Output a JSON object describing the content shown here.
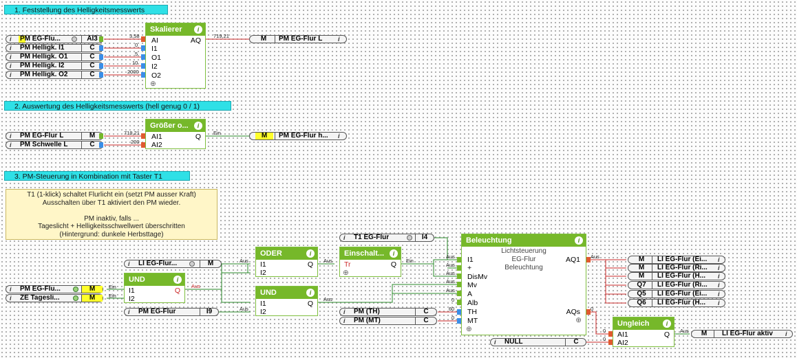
{
  "sections": [
    "1. Feststellung des Helligkeitsmesswerts",
    "2. Auswertung des Helligkeitsmesswerts (hell genug 0 / 1)",
    "3. PM-Steuerung in Kombination mit Taster T1"
  ],
  "note": "T1 (1-klick) schaltet Flurlicht ein (setzt PM ausser Kraft)\nAusschalten über T1 aktiviert den PM wieder.\n\nPM inaktiv, falls ...\nTageslicht + Helligkeitsschwellwert überschritten\n(Hintergrund: dunkele Herbsttage)",
  "tags": {
    "pm_eg_flur_ai": {
      "name": "PM EG-Flu...",
      "type": "AI3"
    },
    "pm_hell_i1": {
      "name": "PM Helligk. I1",
      "type": "C"
    },
    "pm_hell_o1": {
      "name": "PM Helligk. O1",
      "type": "C"
    },
    "pm_hell_i2": {
      "name": "PM Helligk. I2",
      "type": "C"
    },
    "pm_hell_o2": {
      "name": "PM Helligk. O2",
      "type": "C"
    },
    "out_eg_flur_l": {
      "type": "M",
      "name": "PM EG-Flur L"
    },
    "pm_eg_flur_l": {
      "name": "PM EG-Flur L",
      "type": "M"
    },
    "pm_schwelle_l": {
      "name": "PM Schwelle L",
      "type": "C"
    },
    "out_eg_flur_h": {
      "type": "M",
      "name": "PM EG-Flur h..."
    },
    "t1_eg_flur": {
      "name": "T1 EG-Flur",
      "type": "I4"
    },
    "li_eg_flur": {
      "name": "LI EG-Flur...",
      "type": "M"
    },
    "pm_eg_flu2": {
      "name": "PM EG-Flu...",
      "type": "M"
    },
    "ze_tagesli": {
      "name": "ZE Tagesli...",
      "type": "M"
    },
    "pm_eg_flur_i9": {
      "name": "PM EG-Flur",
      "type": "I9"
    },
    "pm_th": {
      "name": "PM (TH)",
      "type": "C"
    },
    "pm_mt": {
      "name": "PM (MT)",
      "type": "C"
    },
    "null": {
      "name": "NULL",
      "type": "C"
    },
    "outs": [
      {
        "type": "M",
        "name": "LI EG-Flur (Ei..."
      },
      {
        "type": "M",
        "name": "LI EG-Flur (Ri..."
      },
      {
        "type": "M",
        "name": "LI EG-Flur (H..."
      },
      {
        "type": "Q7",
        "name": "LI EG-Flur (Ri..."
      },
      {
        "type": "Q5",
        "name": "LI EG-Flur (Ei..."
      },
      {
        "type": "Q6",
        "name": "LI EG-Flur (H..."
      }
    ],
    "out_aktiv": {
      "type": "M",
      "name": "LI EG-Flur aktiv"
    }
  },
  "blocks": {
    "skalierer": {
      "title": "Skalierer",
      "inputs": [
        "AI",
        "I1",
        "O1",
        "I2",
        "O2"
      ],
      "output": "AQ"
    },
    "groesser": {
      "title": "Größer o...",
      "inputs": [
        "AI1",
        "AI2"
      ],
      "output": "Q"
    },
    "oder": {
      "title": "ODER",
      "inputs": [
        "I1",
        "I2"
      ],
      "output": "Q"
    },
    "und1": {
      "title": "UND",
      "inputs": [
        "I1",
        "I2"
      ],
      "output": "Q"
    },
    "und2": {
      "title": "UND",
      "inputs": [
        "I1",
        "I2"
      ],
      "output": "Q"
    },
    "einschalt": {
      "title": "Einschalt...",
      "inputs": [
        "Tr"
      ],
      "output": "Q"
    },
    "beleuchtung": {
      "title": "Beleuchtung",
      "subtitle": "Lichtsteuerung",
      "desc": "EG-Flur\nBeleuchtung",
      "inputs": [
        "I1",
        "+",
        "DisMv",
        "Mv",
        "A",
        "Alb",
        "TH",
        "MT"
      ],
      "out1": "AQ1",
      "out2": "AQs"
    },
    "ungleich": {
      "title": "Ungleich",
      "inputs": [
        "AI1",
        "AI2"
      ],
      "output": "Q"
    }
  },
  "wires": {
    "v358": "3,58",
    "v0": "0",
    "v5": "5",
    "v10": "10",
    "v2000": "2000",
    "v71921a": "719,21",
    "v71921b": "719,21",
    "v200": "200",
    "ein1": "Ein",
    "ein2": "Ein",
    "ein3": "Ein",
    "aus1": "Aus",
    "aus2": "Aus",
    "aus3": "Aus",
    "aus4": "Aus",
    "aus5": "Aus",
    "aus6": "Aus",
    "aus7": "Aus",
    "aus8": "Aus",
    "aus9": "Aus",
    "aus10": "Aus",
    "v60": "60",
    "v0b": "0",
    "v0c": "0",
    "v0d": "0",
    "v0e": "0",
    "ausQ": "Aus",
    "ausA": "Aus"
  },
  "colors": {
    "header": "#2fe0e6",
    "block": "#76b82a",
    "note": "#fff6c8",
    "type_highlight": "#ffff2a",
    "digital_port": "#76b82a",
    "analog_port": "#3a8ee8",
    "wire_analog": "#cc2a2a",
    "wire_digital": "#2a8a2a"
  }
}
